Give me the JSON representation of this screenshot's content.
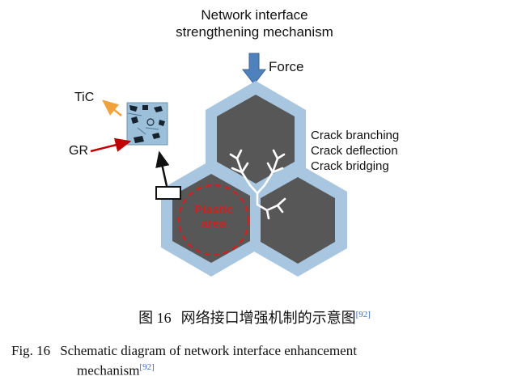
{
  "figure": {
    "title_line1": "Network interface",
    "title_line2": "strengthening mechanism",
    "force_label": "Force",
    "tic_label": "TiC",
    "gr_label": "GR",
    "plastic_line1": "Plastic",
    "plastic_line2": "area",
    "crack_labels": [
      "Crack branching",
      "Crack deflection",
      "Crack bridging"
    ]
  },
  "colors": {
    "matrix_blue": "#a8c6e0",
    "grain_gray": "#575757",
    "force_arrow_blue": "#4f81bd",
    "crack_white": "#ffffff",
    "plastic_red": "#cc2222",
    "tic_arrow_orange": "#f2a23a",
    "gr_arrow_red": "#c00000",
    "micrograph_blue": "#9cc0da",
    "reference_blue": "#3b6bc6"
  },
  "captions": {
    "zh_fig_label": "图 16",
    "zh_text": "网络接口增强机制的示意图",
    "zh_ref": "[92]",
    "en_fig_label": "Fig. 16",
    "en_line1": "Schematic diagram of network interface enhancement",
    "en_line2": "mechanism",
    "en_ref": "[92]"
  }
}
